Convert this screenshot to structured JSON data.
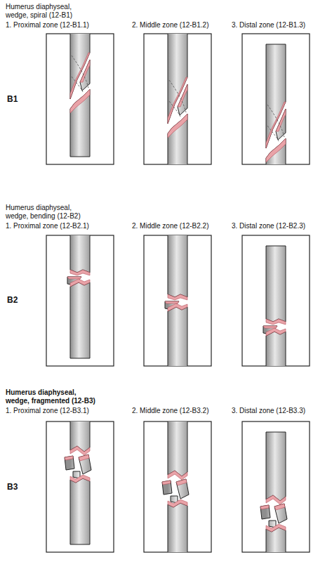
{
  "diagram": {
    "labels": [
      "Humerus diaphyseal, wedge, spiral (12-B1)",
      "1. Proximal zone (12-B1.1)",
      "2. Middle zone (12-B1.2)",
      "3. Distal zone (12-B1.3)",
      "B1",
      "Humerus diaphyseal, wedge, bending (12-B2)",
      "1. Proximal zone (12-B2.1)",
      "2. Middle zone (12-B2.2)",
      "3. Distal zone (12-B2.3)",
      "B2",
      "Humerus diaphyseal, wedge, fragmented (12-B3)",
      "1. Proximal zone (12-B3.1)",
      "2. Middle zone (12-B3.2)",
      "3. Distal zone (12-B3.3)",
      "B3"
    ]
  }
}
